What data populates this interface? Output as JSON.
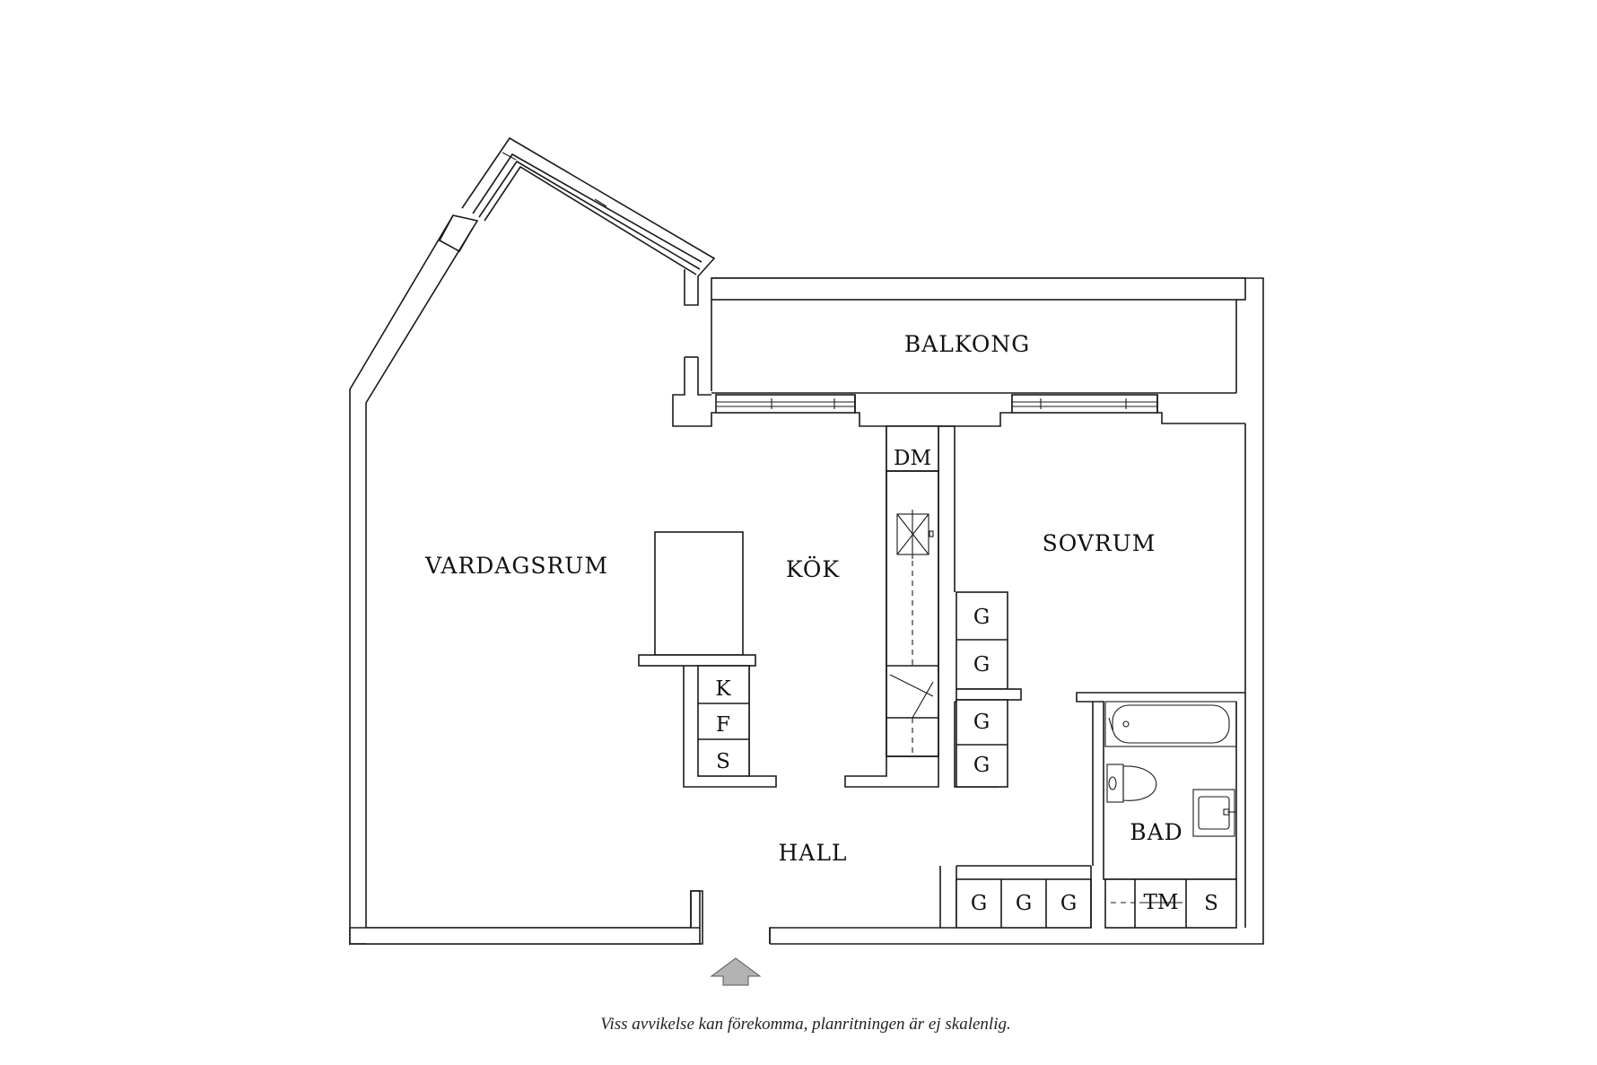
{
  "rooms": {
    "balkong": "BALKONG",
    "vardagsrum": "VARDAGSRUM",
    "kok": "KÖK",
    "sovrum": "SOVRUM",
    "hall": "HALL",
    "bad": "BAD"
  },
  "appliances": {
    "dishwasher": "DM",
    "kitchen_fridge": "K",
    "kitchen_freezer": "F",
    "kitchen_cabinet": "S",
    "bedroom_wardrobes": [
      "G",
      "G",
      "G",
      "G"
    ],
    "hall_wardrobes": [
      "G",
      "G",
      "G"
    ],
    "washing_machine": "TM",
    "hall_cabinet": "S"
  },
  "caption": "Viss avvikelse kan förekomma, planritningen är ej skalenlig.",
  "colors": {
    "line": "#1a1a1a",
    "arrow_fill": "#b3b3b3",
    "background": "#ffffff"
  },
  "icons": {
    "entrance": "entrance-arrow-icon",
    "stove": "stove-icon",
    "sink": "sink-icon",
    "bathtub": "bathtub-icon",
    "toilet": "toilet-icon",
    "washbasin": "washbasin-icon"
  }
}
